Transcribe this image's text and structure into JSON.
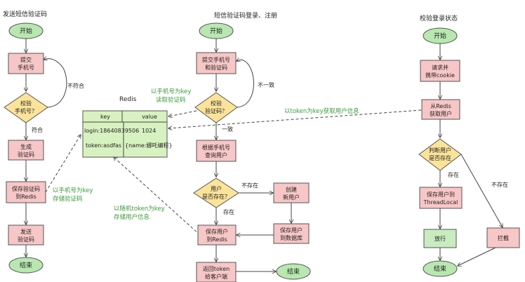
{
  "titles": {
    "send": "发送短信验证码",
    "login": "短信验证码登录、注册",
    "verify": "校验登录状态"
  },
  "send_flow": {
    "start": "开始",
    "submit": [
      "提交",
      "手机号"
    ],
    "check": [
      "校验",
      "手机号？"
    ],
    "not_match": "不符合",
    "match": "符合",
    "generate": [
      "生成",
      "验证码"
    ],
    "save": [
      "保存验证码",
      "到Redis"
    ],
    "send": [
      "发送",
      "验证码"
    ],
    "end": "结束"
  },
  "login_flow": {
    "start": "开始",
    "submit": [
      "提交手机号",
      "和验证码"
    ],
    "check": [
      "校验",
      "验证码？"
    ],
    "mismatch": "不一致",
    "match": "一致",
    "query": [
      "根据手机号",
      "查询用户"
    ],
    "exists": [
      "用户",
      "是否存在？"
    ],
    "not_exist": "不存在",
    "exist": "存在",
    "create": [
      "创建",
      "新用户"
    ],
    "save_db": [
      "保存用户",
      "到数据库"
    ],
    "save_redis": [
      "保存用户",
      "到Redis"
    ],
    "return_token": [
      "返回token",
      "给客户端"
    ],
    "end": "结束"
  },
  "verify_flow": {
    "start": "开始",
    "request": [
      "请求并",
      "携带cookie"
    ],
    "get_user": [
      "从Redis",
      "获取用户"
    ],
    "judge": [
      "判断用户",
      "是否存在"
    ],
    "exist": "存在",
    "not_exist": "不存在",
    "save_tl": [
      "保存用户到",
      "ThreadLocal"
    ],
    "pass": "放行",
    "block": "拦截",
    "end": "结束"
  },
  "redis": {
    "title": "Redis",
    "headers": [
      "key",
      "value"
    ],
    "rows": [
      [
        "login:18640839506",
        "1024"
      ],
      [
        "token:asdfas",
        "{name:娜吒编程}"
      ]
    ]
  },
  "annotations": {
    "store_code": [
      "以手机号为key",
      "存储验证码"
    ],
    "read_code": [
      "以手机号为key",
      "读取验证码"
    ],
    "store_user": [
      "以随机token为key",
      "存储用户信息"
    ],
    "get_user_by_token": "以token为key获取用户信息"
  }
}
